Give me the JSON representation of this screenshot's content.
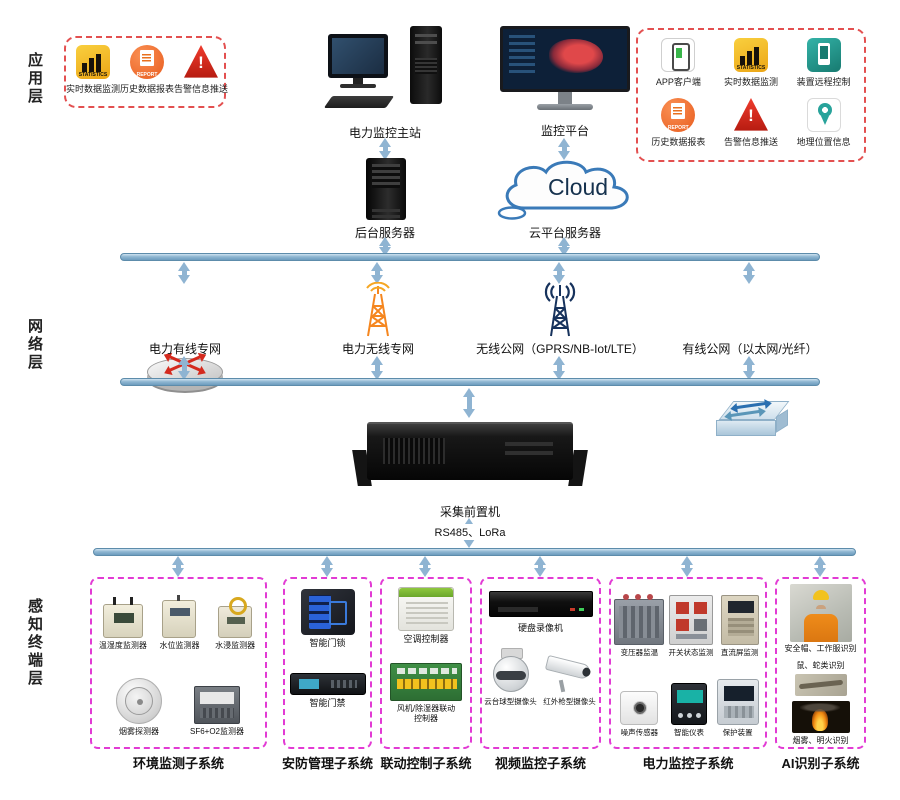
{
  "layers": {
    "app": "应用层",
    "network": "网络层",
    "terminal": "感知终端层"
  },
  "app_layer": {
    "left_box": {
      "items": [
        {
          "label": "实时数据监测",
          "icon_text": "STATISTICS"
        },
        {
          "label": "历史数据报表",
          "icon_text": "REPORT"
        },
        {
          "label": "告警信息推送",
          "icon_text": "!"
        }
      ]
    },
    "right_box": {
      "items": [
        {
          "label": "APP客户端"
        },
        {
          "label": "实时数据监测",
          "icon_text": "STATISTICS"
        },
        {
          "label": "装置远程控制"
        },
        {
          "label": "历史数据报表",
          "icon_text": "REPORT"
        },
        {
          "label": "告警信息推送",
          "icon_text": "!"
        },
        {
          "label": "地理位置信息"
        }
      ]
    },
    "master_station_label": "电力监控主站",
    "platform_label": "监控平台",
    "server_label": "后台服务器",
    "cloud_text": "Cloud",
    "cloud_label": "云平台服务器"
  },
  "network_layer": {
    "nodes": [
      {
        "label": "电力有线专网"
      },
      {
        "label": "电力无线专网"
      },
      {
        "label": "无线公网（GPRS/NB-Iot/LTE）"
      },
      {
        "label": "有线公网（以太网/光纤）"
      }
    ]
  },
  "collector": {
    "label": "采集前置机",
    "bus_label": "RS485、LoRa"
  },
  "subsystems": [
    {
      "name": "环境监测子系统",
      "devices": [
        {
          "label": "温湿度监测器"
        },
        {
          "label": "水位监测器"
        },
        {
          "label": "水浸监测器"
        },
        {
          "label": "烟雾探测器"
        },
        {
          "label": "SF6+O2监测器"
        }
      ]
    },
    {
      "name": "安防管理子系统",
      "devices": [
        {
          "label": "智能门锁"
        },
        {
          "label": "智能门禁"
        }
      ]
    },
    {
      "name": "联动控制子系统",
      "devices": [
        {
          "label": "空调控制器"
        },
        {
          "label": "风机/除湿器联动控制器"
        }
      ]
    },
    {
      "name": "视频监控子系统",
      "devices": [
        {
          "label": "硬盘录像机"
        },
        {
          "label": "云台球型摄像头"
        },
        {
          "label": "红外枪型摄像头"
        }
      ]
    },
    {
      "name": "电力监控子系统",
      "devices": [
        {
          "label": "变压器监温"
        },
        {
          "label": "开关状态监测"
        },
        {
          "label": "直流屏监测"
        },
        {
          "label": "噪声传感器"
        },
        {
          "label": "智能仪表"
        },
        {
          "label": "保护装置"
        }
      ]
    },
    {
      "name": "AI识别子系统",
      "devices": [
        {
          "label": "安全帽、工作服识别"
        },
        {
          "label": "鼠、蛇类识别"
        },
        {
          "label": "烟雾、明火识别"
        }
      ]
    }
  ],
  "colors": {
    "bus": "#7ca6c4",
    "arrow": "#8fb4d2",
    "box_red": "#e35050",
    "box_magenta": "#e23bd4",
    "statistics_yellow": "#f0b42a",
    "report_orange": "#ee6a24",
    "alarm_red": "#d42a1e",
    "antenna_orange": "#f5861f",
    "antenna_navy": "#16325c",
    "cloud_blue": "#3a7ab8"
  }
}
